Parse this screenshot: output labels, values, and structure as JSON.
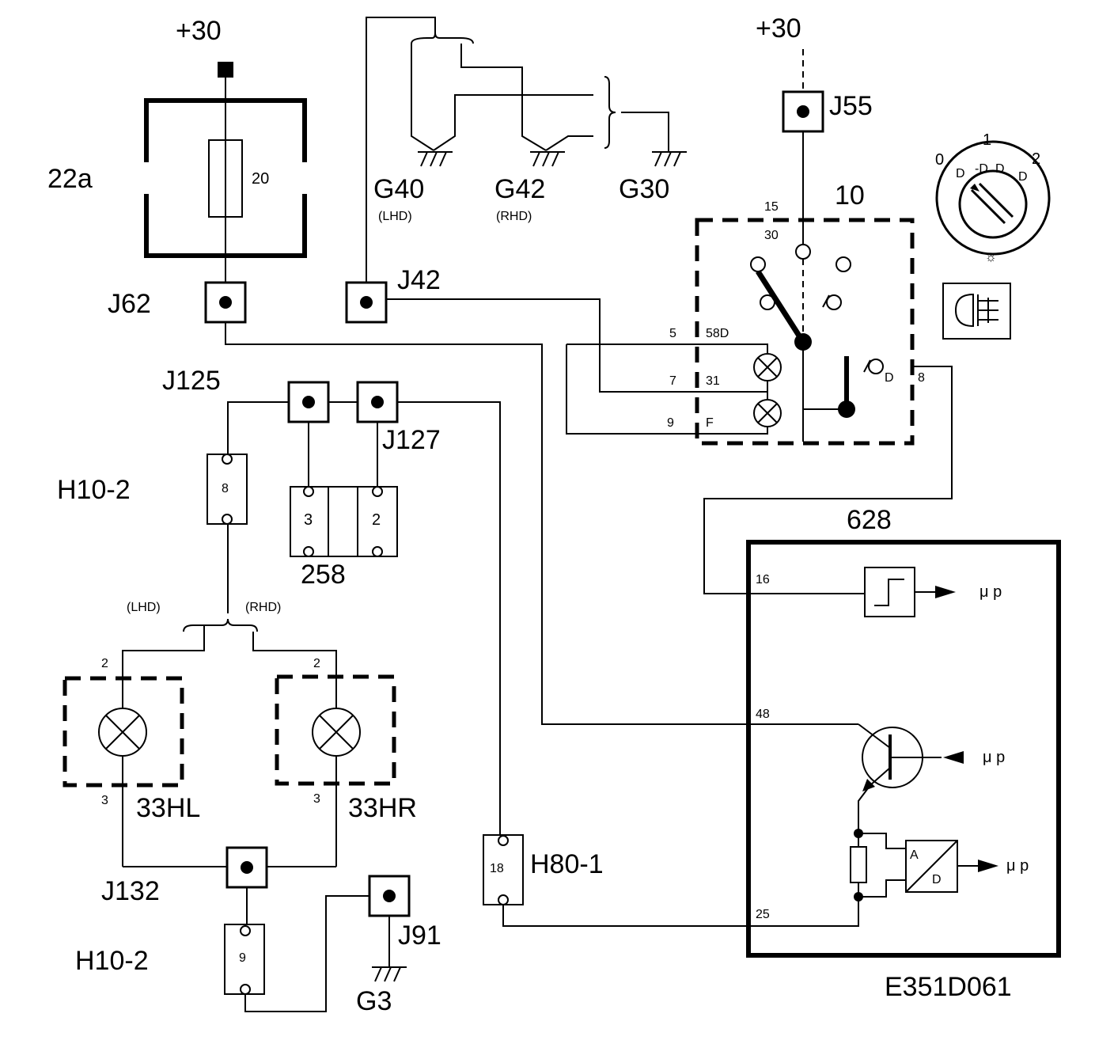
{
  "supply": {
    "left": "+30",
    "right": "+30"
  },
  "fuse": {
    "name": "22a",
    "rating": "20"
  },
  "connectors": {
    "j62": "J62",
    "j42": "J42",
    "j55": "J55",
    "j125": "J125",
    "j127": "J127",
    "j132": "J132",
    "j91": "J91"
  },
  "grounds": {
    "g40": "G40",
    "g40_note": "(LHD)",
    "g42": "G42",
    "g42_note": "(RHD)",
    "g30": "G30",
    "g3": "G3"
  },
  "switch": {
    "name": "10",
    "pins": {
      "p15": "15",
      "p30": "30",
      "p5": "5",
      "p58d": "58D",
      "p7": "7",
      "p31": "31",
      "p9": "9",
      "pf": "F",
      "pd": "D",
      "p8": "8"
    }
  },
  "knob": {
    "pos0": "0",
    "pos1": "1",
    "pos2": "2"
  },
  "harness": {
    "h10_top": "H10-2",
    "h10_top_pin": "8",
    "h10_bot": "H10-2",
    "h10_bot_pin": "9",
    "h80": "H80-1",
    "h80_pin": "18"
  },
  "module258": {
    "name": "258",
    "pin3": "3",
    "pin2": "2"
  },
  "lamps": {
    "lhd": "(LHD)",
    "rhd": "(RHD)",
    "left": "33HL",
    "right": "33HR",
    "left_pin2": "2",
    "left_pin3": "3",
    "right_pin2": "2",
    "right_pin3": "3"
  },
  "ecu": {
    "name": "628",
    "pin16": "16",
    "pin48": "48",
    "pin25": "25",
    "up1": "μ p",
    "up2": "μ p",
    "up3": "μ p",
    "adc_a": "A",
    "adc_d": "D"
  },
  "figure_id": "E351D061"
}
